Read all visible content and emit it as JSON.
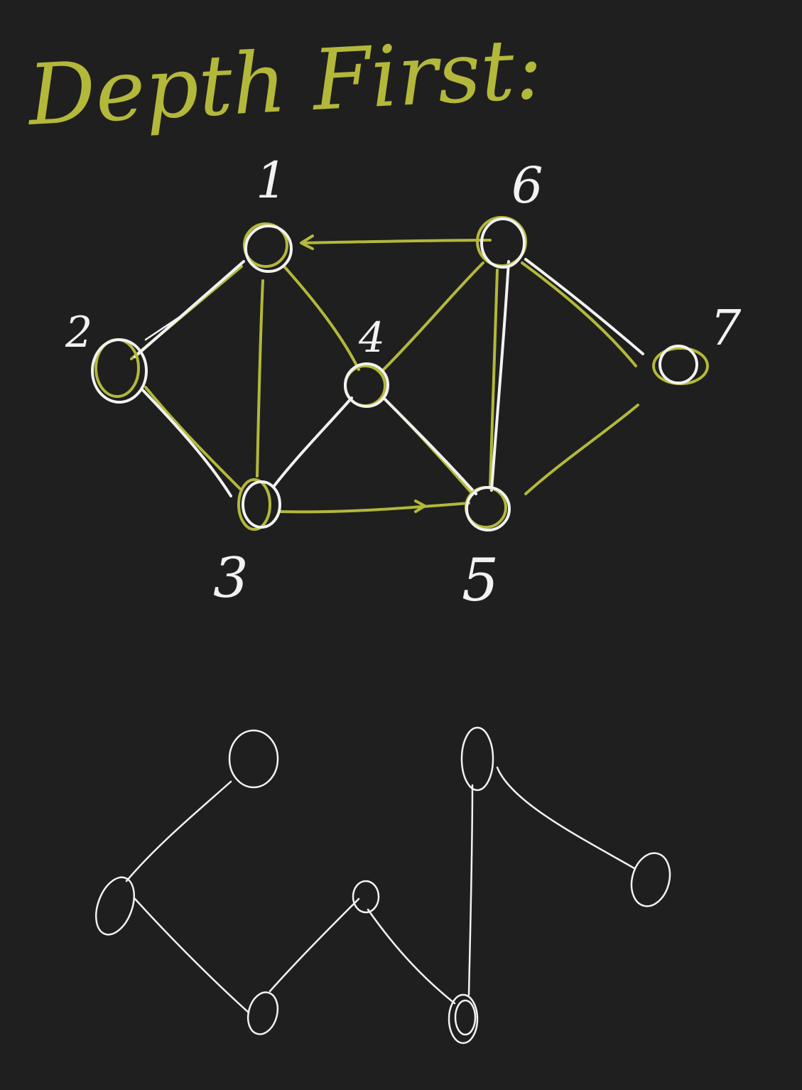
{
  "title": "Depth First:",
  "graph": {
    "node_labels": [
      "1",
      "2",
      "3",
      "4",
      "5",
      "6",
      "7"
    ]
  },
  "colors": {
    "background": "#1f1f1f",
    "ink_white": "#f2f2f2",
    "ink_yellow": "#b3b83a"
  }
}
